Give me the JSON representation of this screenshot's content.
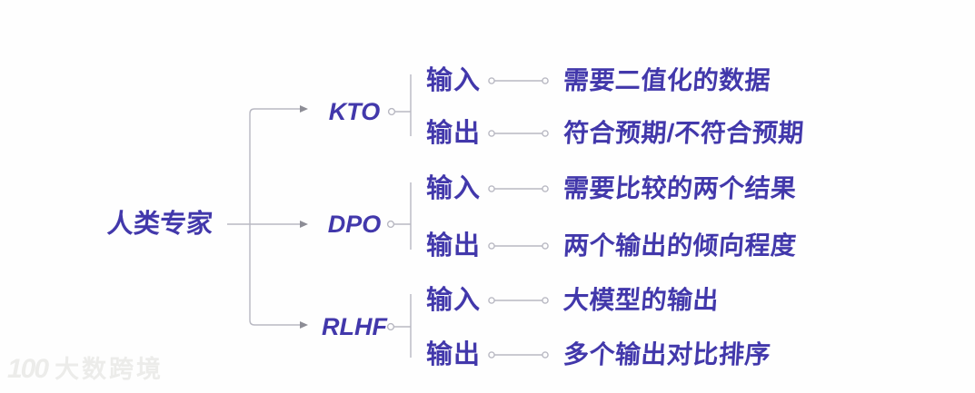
{
  "diagram": {
    "root": {
      "label": "人类专家"
    },
    "branches": [
      {
        "label": "KTO",
        "rows": [
          {
            "key": "输入",
            "value": "需要二值化的数据"
          },
          {
            "key": "输出",
            "value": "符合预期/不符合预期"
          }
        ]
      },
      {
        "label": "DPO",
        "rows": [
          {
            "key": "输入",
            "value": "需要比较的两个结果"
          },
          {
            "key": "输出",
            "value": "两个输出的倾向程度"
          }
        ]
      },
      {
        "label": "RLHF",
        "rows": [
          {
            "key": "输入",
            "value": "大模型的输出"
          },
          {
            "key": "输出",
            "value": "多个输出对比排序"
          }
        ]
      }
    ],
    "colors": {
      "text": "#4238ab",
      "line": "#b8b8c2",
      "arrow": "#8d8d96",
      "watermark": "#ececea"
    },
    "watermark": {
      "logo": "100",
      "text": "大数跨境"
    }
  }
}
